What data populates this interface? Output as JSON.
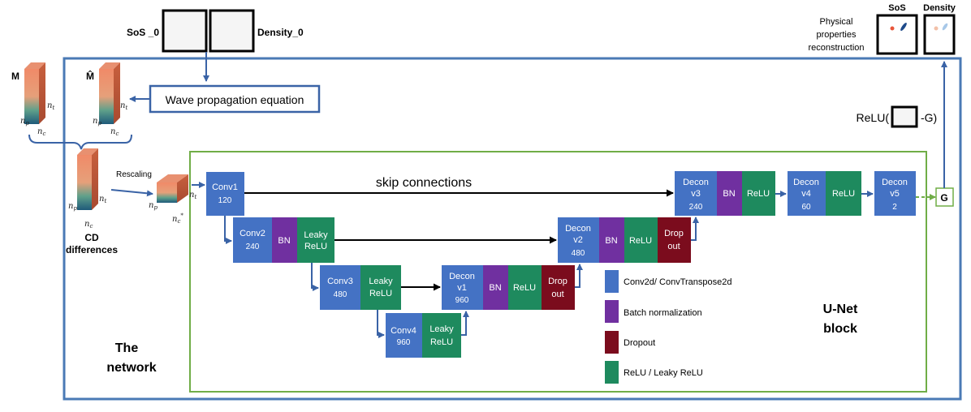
{
  "colors": {
    "outer_border": "#4a7ab5",
    "unet_border": "#70ad47",
    "conv": "#4472c4",
    "bn": "#7030a0",
    "relu": "#1e8a5e",
    "dropout": "#7b0c1d",
    "arrow_blue": "#3a63a6",
    "arrow_black": "#000000",
    "arrow_green": "#70ad47"
  },
  "inputs": {
    "sos0": "SoS _0",
    "density0": "Density_0"
  },
  "wave_eq": "Wave propagation equation",
  "tensor_m": {
    "label": "M",
    "nt": "n",
    "nt_sub": "t",
    "np": "n",
    "np_sub": "p",
    "nc": "n",
    "nc_sub": "c"
  },
  "tensor_mhat": {
    "label": "M̂",
    "nt": "n",
    "nt_sub": "t",
    "np": "n",
    "np_sub": "p",
    "nc": "n",
    "nc_sub": "c"
  },
  "tensor_cd": {
    "nt": "n",
    "nt_sub": "t",
    "np": "n",
    "np_sub": "p",
    "nc": "n",
    "nc_sub": "c",
    "title_1": "CD",
    "title_2": "differences"
  },
  "tensor_small": {
    "nt": "n",
    "nt_sub": "t",
    "np": "n",
    "np_sub": "p",
    "nc": "n",
    "nc_sub": "c",
    "nc_sup": "*"
  },
  "rescaling": "Rescaling",
  "network_label_1": "The",
  "network_label_2": "network",
  "unet_label_1": "U-Net",
  "unet_label_2": "block",
  "skip_label": "skip connections",
  "blocks": {
    "conv1": {
      "line1": "Conv1",
      "line2": "120"
    },
    "conv2": {
      "line1": "Conv2",
      "line2": "240"
    },
    "conv3": {
      "line1": "Conv3",
      "line2": "480"
    },
    "conv4": {
      "line1": "Conv4",
      "line2": "960"
    },
    "deconv1": {
      "line1": "Decon",
      "line2": "v1",
      "line3": "960"
    },
    "deconv2": {
      "line1": "Decon",
      "line2": "v2",
      "line3": "480"
    },
    "deconv3": {
      "line1": "Decon",
      "line2": "v3",
      "line3": "240"
    },
    "deconv4": {
      "line1": "Decon",
      "line2": "v4",
      "line3": "60"
    },
    "deconv5": {
      "line1": "Decon",
      "line2": "v5",
      "line3": "2"
    },
    "bn": "BN",
    "relu": "ReLU",
    "leaky_1": "Leaky",
    "leaky_2": "ReLU",
    "drop_1": "Drop",
    "drop_2": "out"
  },
  "legend": [
    {
      "color_key": "conv",
      "label": "Conv2d/ ConvTranspose2d"
    },
    {
      "color_key": "bn",
      "label": "Batch normalization"
    },
    {
      "color_key": "dropout",
      "label": "Dropout"
    },
    {
      "color_key": "relu",
      "label": "ReLU / Leaky ReLU"
    }
  ],
  "g_box": "G",
  "relu_g": {
    "prefix": "ReLU(",
    "suffix": "-G)"
  },
  "outputs": {
    "sos": "SoS",
    "density": "Density",
    "recon_1": "Physical",
    "recon_2": "properties",
    "recon_3": "reconstruction"
  }
}
